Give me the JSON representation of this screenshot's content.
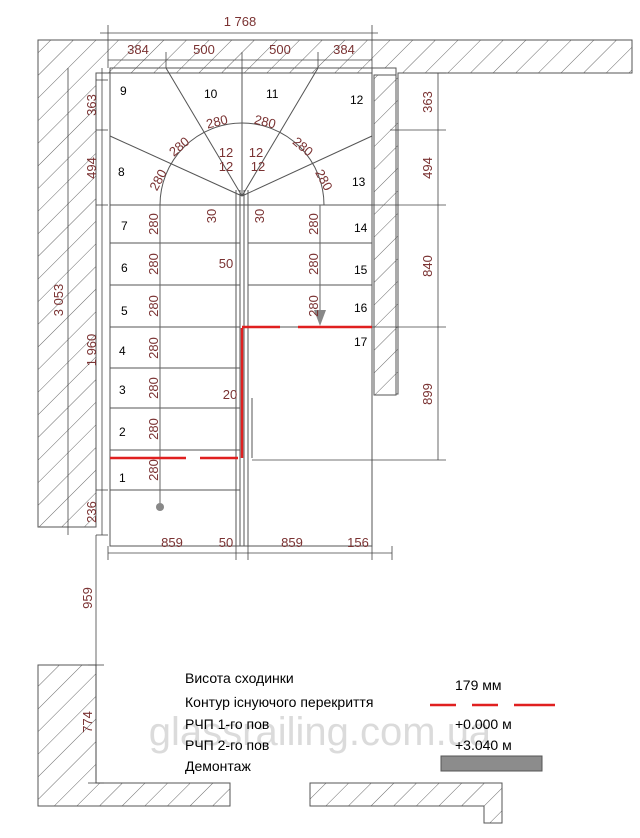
{
  "dimensions": {
    "total_width": "1 768",
    "top_segments": [
      "384",
      "500",
      "500",
      "384"
    ],
    "left_total": "3 053",
    "left_lower": "1 960",
    "left_upper_a": "363",
    "left_upper_b": "494",
    "left_bottom": "236",
    "right_upper_a": "363",
    "right_upper_b": "494",
    "right_mid": "840",
    "right_lower": "899",
    "bottom_segments": [
      "859",
      "50",
      "859",
      "156"
    ],
    "offset_vertical": "959",
    "lower_wall": "774"
  },
  "inner_labels": {
    "step_depth": "280",
    "center_a": "12",
    "center_b": "12",
    "center_c": "12",
    "center_d": "12",
    "gap_left": "30",
    "gap_right": "30",
    "post_gap": "50",
    "post_gap_low": "20"
  },
  "steps": [
    "1",
    "2",
    "3",
    "4",
    "5",
    "6",
    "7",
    "8",
    "9",
    "10",
    "11",
    "12",
    "13",
    "14",
    "15",
    "16",
    "17"
  ],
  "legend": {
    "step_height_label": "Висота сходинки",
    "step_height_value": "179 мм",
    "contour_label": "Контур існуючого перекриття",
    "floor1_label": "РЧП 1-го пов",
    "floor1_value": "+0.000 м",
    "floor2_label": "РЧП 2-го пов",
    "floor2_value": "+3.040 м",
    "demolition_label": "Демонтаж"
  },
  "watermark": "glassrailing.com.ua",
  "colors": {
    "dimension_text": "#7a3232",
    "contour_line": "#e02020",
    "demolition_fill": "#8c8c8c"
  }
}
